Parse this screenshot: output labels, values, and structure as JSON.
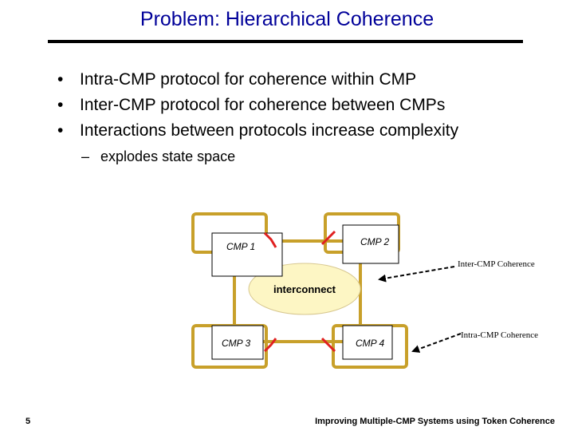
{
  "slide": {
    "title": "Problem: Hierarchical Coherence",
    "bullets": [
      "Intra-CMP protocol for coherence within CMP",
      "Inter-CMP protocol for coherence between CMPs",
      "Interactions between protocols increase complexity"
    ],
    "bullet_symbol": "•",
    "sub_bullet": {
      "dash": "–",
      "text": "explodes state space"
    },
    "page_number": "5",
    "footer": "Improving Multiple-CMP Systems using Token Coherence"
  },
  "diagram": {
    "cmp1_label": "CMP 1",
    "cmp2_label": "CMP 2",
    "cmp3_label": "CMP 3",
    "cmp4_label": "CMP 4",
    "interconnect_label": "interconnect",
    "inter_annotation": "Inter-CMP Coherence",
    "intra_annotation": "Intra-CMP Coherence",
    "colors": {
      "ring": "#c8a02a",
      "interconnect_fill": "#fdf6c4",
      "link": "#e02020",
      "title": "#000099"
    }
  }
}
